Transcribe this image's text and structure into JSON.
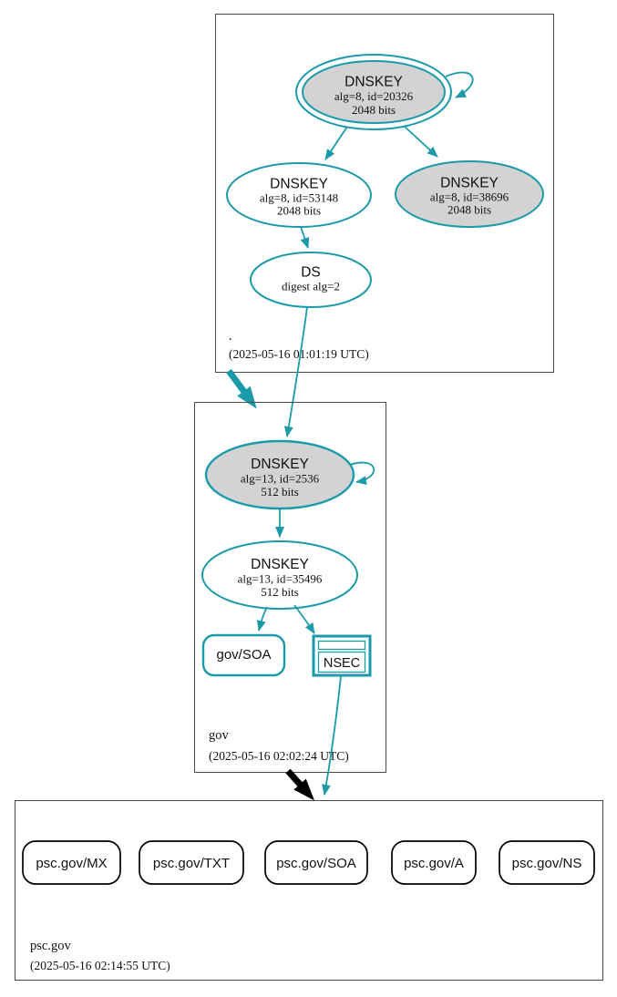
{
  "colors": {
    "secure": "#1b9aaa",
    "insecure": "#000000",
    "key_fill": "#d3d3d3",
    "node_fill": "#ffffff",
    "border": "#4a4a4a"
  },
  "zones": {
    "root": {
      "label": ".",
      "timestamp": "(2025-05-16 01:01:19 UTC)",
      "nodes": {
        "ksk": {
          "title": "DNSKEY",
          "line1": "alg=8, id=20326",
          "line2": "2048 bits"
        },
        "zsk": {
          "title": "DNSKEY",
          "line1": "alg=8, id=53148",
          "line2": "2048 bits"
        },
        "standby": {
          "title": "DNSKEY",
          "line1": "alg=8, id=38696",
          "line2": "2048 bits"
        },
        "ds": {
          "title": "DS",
          "line1": "digest alg=2"
        }
      }
    },
    "gov": {
      "label": "gov",
      "timestamp": "(2025-05-16 02:02:24 UTC)",
      "nodes": {
        "ksk": {
          "title": "DNSKEY",
          "line1": "alg=13, id=2536",
          "line2": "512 bits"
        },
        "zsk": {
          "title": "DNSKEY",
          "line1": "alg=13, id=35496",
          "line2": "512 bits"
        },
        "soa": {
          "label": "gov/SOA"
        },
        "nsec": {
          "label": "NSEC"
        }
      }
    },
    "psc": {
      "label": "psc.gov",
      "timestamp": "(2025-05-16 02:14:55 UTC)",
      "rrsets": [
        {
          "label": "psc.gov/MX"
        },
        {
          "label": "psc.gov/TXT"
        },
        {
          "label": "psc.gov/SOA"
        },
        {
          "label": "psc.gov/A"
        },
        {
          "label": "psc.gov/NS"
        }
      ]
    }
  }
}
